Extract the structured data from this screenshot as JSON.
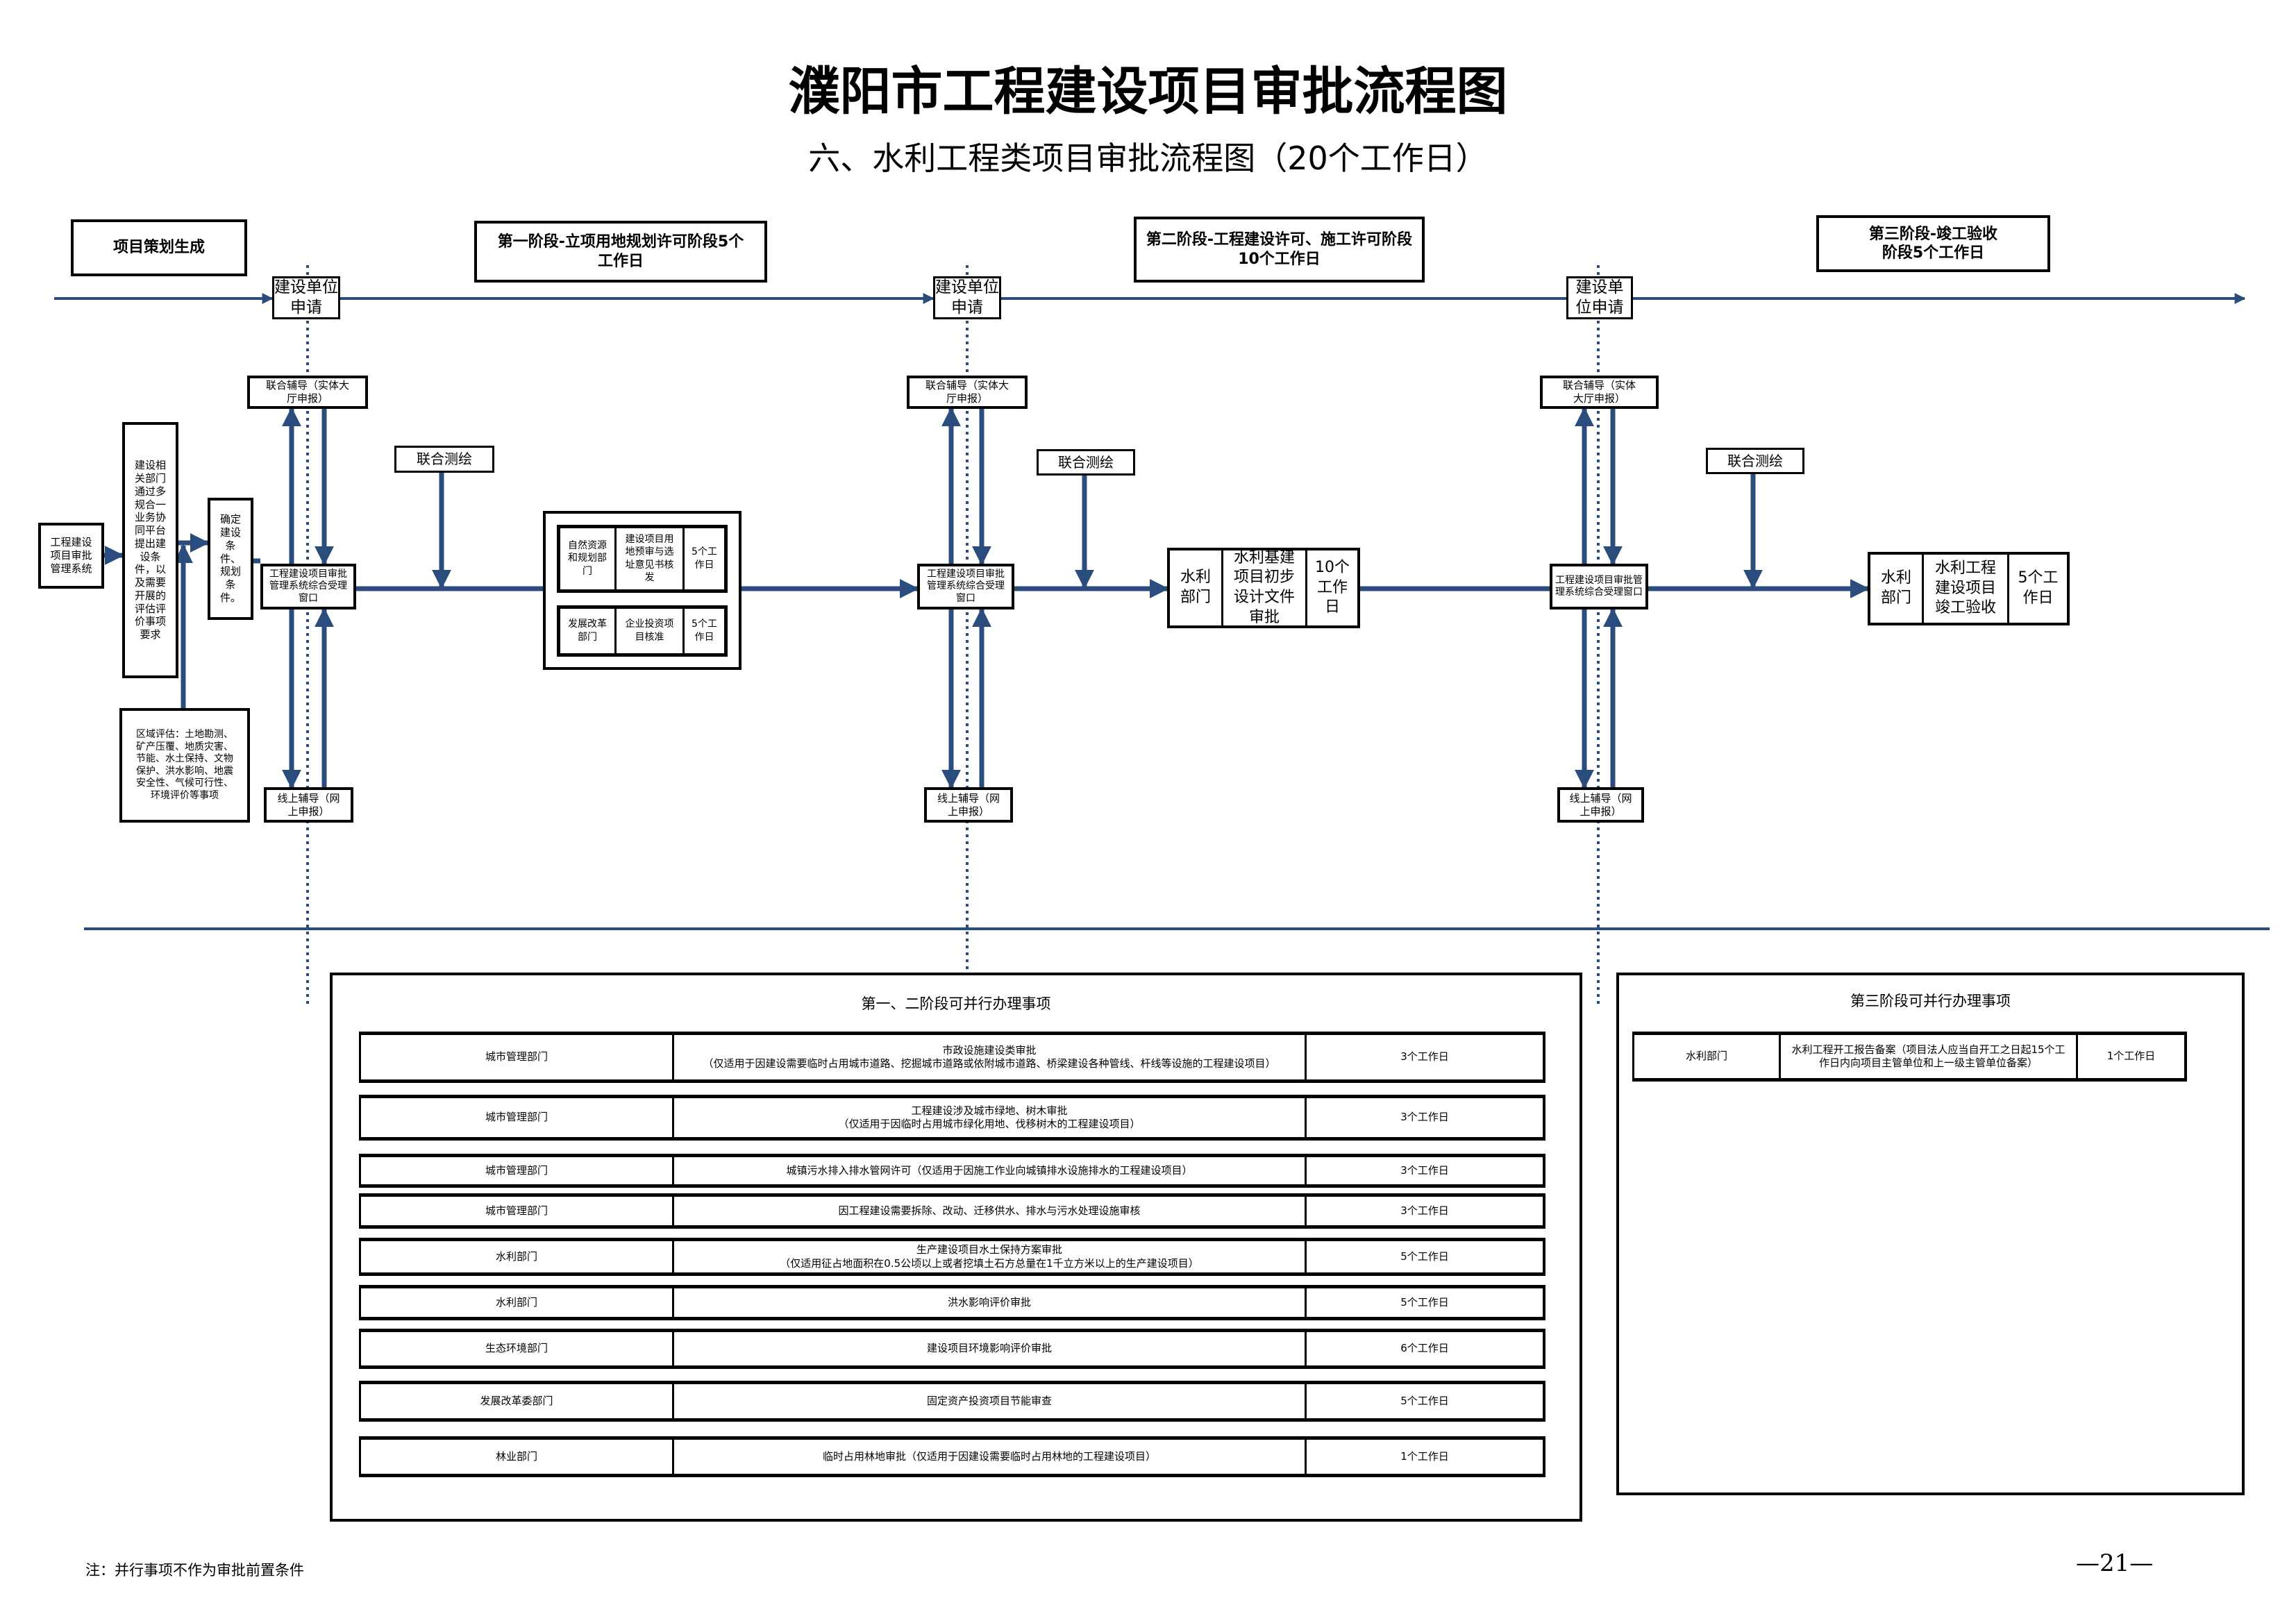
{
  "title": "濮阳市工程建设项目审批流程图",
  "subtitle": "六、水利工程类项目审批流程图（20个工作日）",
  "colors": {
    "flow_line": "#2b4d7e",
    "border": "#000000"
  },
  "stages": {
    "planning": "项目策划生成",
    "stage1": "第一阶段-立项用地规划许可阶段5个工作日",
    "stage2_line1": "第二阶段-工程建设许可、施工许可阶段",
    "stage2_line2": "10个工作日",
    "stage3_line1": "第三阶段-竣工验收",
    "stage3_line2": "阶段5个工作日"
  },
  "common": {
    "apply": "建设单位申请",
    "offline": "联合辅导（实体大厅申报）",
    "window": "工程建设项目审批管理系统综合受理窗口",
    "online": "线上辅导（网上申报）",
    "survey": "联合测绘"
  },
  "pre": {
    "system": "工程建设项目审批管理系统",
    "departments": "建设相关部门通过多规合一业务协同平台提出建设条件，以及需要开展的评估评价事项要求",
    "conditions": "确定建设条件、规划条件。",
    "regional": "区域评估：土地勘测、矿产压覆、地质灾害、节能、水土保持、文物保护、洪水影响、地震安全性、气候可行性、环境评价等事项"
  },
  "stage1_items": [
    {
      "dept": "自然资源和规划部门",
      "item": "建设项目用地预审与选址意见书核发",
      "days": "5个工作日"
    },
    {
      "dept": "发展改革部门",
      "item": "企业投资项目核准",
      "days": "5个工作日"
    }
  ],
  "stage2_item": {
    "dept": "水利部门",
    "item": "水利基建项目初步设计文件审批",
    "days": "10个工作日"
  },
  "stage3_item": {
    "dept": "水利部门",
    "item": "水利工程建设项目竣工验收",
    "days": "5个工作日"
  },
  "parallel12": {
    "title": "第一、二阶段可并行办理事项",
    "rows": [
      {
        "dept": "城市管理部门",
        "item": "市政设施建设类审批",
        "note": "（仅适用于因建设需要临时占用城市道路、挖掘城市道路或依附城市道路、桥梁建设各种管线、杆线等设施的工程建设项目）",
        "days": "3个工作日"
      },
      {
        "dept": "城市管理部门",
        "item": "工程建设涉及城市绿地、树木审批",
        "note": "（仅适用于因临时占用城市绿化用地、伐移树木的工程建设项目）",
        "days": "3个工作日"
      },
      {
        "dept": "城市管理部门",
        "item": "城镇污水排入排水管网许可（仅适用于因施工作业向城镇排水设施排水的工程建设项目）",
        "note": "",
        "days": "3个工作日"
      },
      {
        "dept": "城市管理部门",
        "item": "因工程建设需要拆除、改动、迁移供水、排水与污水处理设施审核",
        "note": "",
        "days": "3个工作日"
      },
      {
        "dept": "水利部门",
        "item": "生产建设项目水土保持方案审批",
        "note": "（仅适用征占地面积在0.5公顷以上或者挖填土石方总量在1千立方米以上的生产建设项目）",
        "days": "5个工作日"
      },
      {
        "dept": "水利部门",
        "item": "洪水影响评价审批",
        "note": "",
        "days": "5个工作日"
      },
      {
        "dept": "生态环境部门",
        "item": "建设项目环境影响评价审批",
        "note": "",
        "days": "6个工作日"
      },
      {
        "dept": "发展改革委部门",
        "item": "固定资产投资项目节能审查",
        "note": "",
        "days": "5个工作日"
      },
      {
        "dept": "林业部门",
        "item": "临时占用林地审批（仅适用于因建设需要临时占用林地的工程建设项目）",
        "note": "",
        "days": "1个工作日"
      }
    ]
  },
  "parallel3": {
    "title": "第三阶段可并行办理事项",
    "rows": [
      {
        "dept": "水利部门",
        "item": "水利工程开工报告备案（项目法人应当自开工之日起15个工作日内向项目主管单位和上一级主管单位备案）",
        "days": "1个工作日"
      }
    ]
  },
  "footer": {
    "note": "注：并行事项不作为审批前置条件",
    "page": "—21—"
  }
}
